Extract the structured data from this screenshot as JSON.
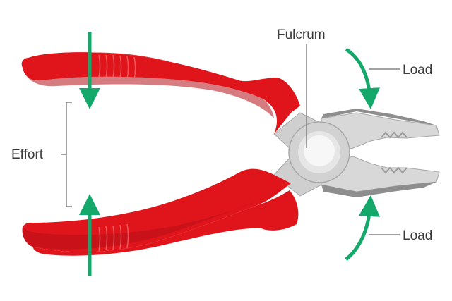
{
  "labels": {
    "fulcrum": "Fulcrum",
    "effort": "Effort",
    "load_top": "Load",
    "load_bottom": "Load"
  },
  "colors": {
    "handle_red": "#e0141b",
    "handle_dark": "#b50f17",
    "metal_light": "#dcdcdc",
    "metal_mid": "#bdbdbd",
    "metal_dark": "#8e8e8e",
    "arrow_green": "#14a86a",
    "line_gray": "#6a6a6a"
  },
  "icons": {
    "effort_arrow": "arrow-down-up-icon",
    "load_arrow": "curved-arrow-icon"
  }
}
